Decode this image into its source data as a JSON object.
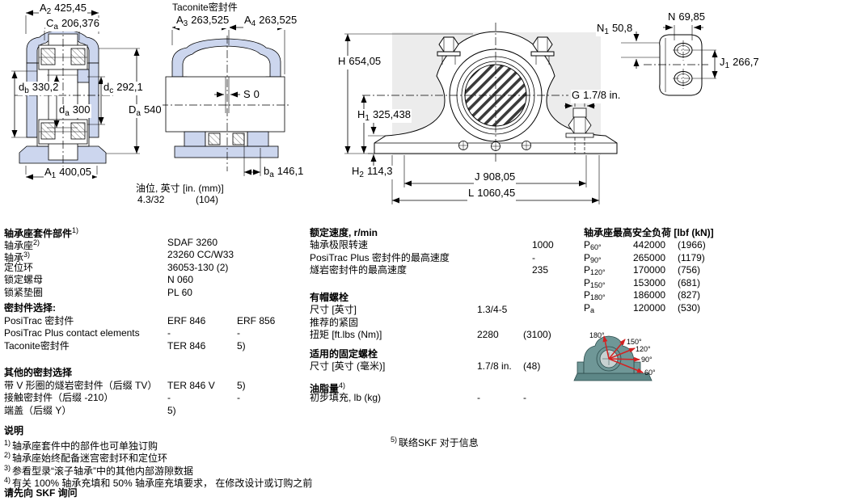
{
  "colors": {
    "drawing-fill": "#ccd6ee",
    "bg-gray": "#ececec",
    "teal-body": "#6f9797",
    "teal-dark": "#2c4c4c",
    "teal-base": "#5d8787",
    "bore-gray": "#c7d1d1",
    "arrow-red": "#d42020"
  },
  "drawings": {
    "left": {
      "dims": {
        "A2": {
          "base": "A",
          "sub": "2",
          "value": "425,45"
        },
        "Ca": {
          "base": "C",
          "sub": "a",
          "value": "206,376"
        },
        "db": {
          "base": "d",
          "sub": "b",
          "value": "330,2"
        },
        "dc": {
          "base": "d",
          "sub": "c",
          "value": "292,1"
        },
        "da": {
          "base": "d",
          "sub": "a",
          "value": "300"
        },
        "Da": {
          "base": "D",
          "sub": "a",
          "value": "540"
        },
        "A1": {
          "base": "A",
          "sub": "1",
          "value": "400,05"
        }
      }
    },
    "taconite": {
      "title": "Taconite密封件",
      "dims": {
        "A3": {
          "base": "A",
          "sub": "3",
          "value": "263,525"
        },
        "A4": {
          "base": "A",
          "sub": "4",
          "value": "263,525"
        },
        "S": {
          "base": "S",
          "sub": "",
          "value": "0"
        },
        "ba": {
          "base": "b",
          "sub": "a",
          "value": "146,1"
        }
      },
      "oil_label": "油位, 英寸 [in. (mm)]",
      "oil_value": "4.3/32",
      "oil_value_mm": "(104)"
    },
    "front": {
      "dims": {
        "H": {
          "base": "H",
          "sub": "",
          "value": "654,05"
        },
        "H1": {
          "base": "H",
          "sub": "1",
          "value": "325,438"
        },
        "H2": {
          "base": "H",
          "sub": "2",
          "value": "114,3"
        },
        "J": {
          "base": "J",
          "sub": "",
          "value": "908,05"
        },
        "L": {
          "base": "L",
          "sub": "",
          "value": "1060,45"
        },
        "G": {
          "base": "G",
          "sub": "",
          "value": "1.7/8 in."
        }
      }
    },
    "side": {
      "dims": {
        "N1": {
          "base": "N",
          "sub": "1",
          "value": "50,8"
        },
        "N": {
          "base": "N",
          "sub": "",
          "value": "69,85"
        },
        "J1": {
          "base": "J",
          "sub": "1",
          "value": "266,7"
        }
      }
    }
  },
  "components": {
    "title": "轴承座套件部件",
    "title_sup": "1)",
    "rows": [
      {
        "label": "轴承座",
        "sup": "2)",
        "v1": "SDAF 3260",
        "v2": ""
      },
      {
        "label": "轴承",
        "sup": "3)",
        "v1": "23260 CC/W33",
        "v2": ""
      },
      {
        "label": "定位环",
        "sup": "",
        "v1": "36053-130 (2)",
        "v2": ""
      },
      {
        "label": "锁定螺母",
        "sup": "",
        "v1": "N 060",
        "v2": ""
      },
      {
        "label": "锁紧垫圈",
        "sup": "",
        "v1": "PL 60",
        "v2": ""
      }
    ]
  },
  "seals": {
    "title": "密封件选择:",
    "rows": [
      {
        "label": "PosiTrac 密封件",
        "v1": "ERF 846",
        "v2": "ERF 856"
      },
      {
        "label": "PosiTrac Plus contact elements",
        "v1": "-",
        "v2": "-"
      },
      {
        "label": "Taconite密封件",
        "v1": "TER 846",
        "v2": "5)"
      }
    ]
  },
  "other_seals": {
    "title": "其他的密封选择",
    "rows": [
      {
        "label": "带 V 形圈的燧岩密封件（后缀 TV）",
        "v1": "TER 846 V",
        "v2": "5)"
      },
      {
        "label": "接触密封件（后缀 -210）",
        "v1": "-",
        "v2": "-"
      },
      {
        "label": "端盖（后缀 Y）",
        "v1": "5)",
        "v2": ""
      }
    ]
  },
  "notes": {
    "title": "说明",
    "items": [
      {
        "sup": "1)",
        "text": "轴承座套件中的部件也可单独订购"
      },
      {
        "sup": "2)",
        "text": "轴承座始终配备迷宫密封环和定位环"
      },
      {
        "sup": "3)",
        "text": "参看型录“滚子轴承”中的其他内部游隙数据"
      },
      {
        "sup": "4)",
        "text": "有关 100% 轴承充填和 50% 轴承座充填要求， 在修改设计或订购之前"
      }
    ],
    "footer": "请先向 SKF 询问"
  },
  "speeds": {
    "title": "额定速度, r/min",
    "rows": [
      {
        "label": "轴承极限转速",
        "v": "1000"
      },
      {
        "label": "PosiTrac Plus 密封件的最高速度",
        "v": "-"
      },
      {
        "label": "燧岩密封件的最高速度",
        "v": "235"
      }
    ]
  },
  "cap_bolts": {
    "title": "有帽螺栓",
    "size_label": "尺寸 [英寸]",
    "size_value": "1.3/4-5",
    "torque_label1": "推荐的紧固",
    "torque_label2": "扭矩 [ft.lbs (Nm)]",
    "torque_v1": "2280",
    "torque_v2": "(3100)"
  },
  "anchor_bolts": {
    "title": "适用的固定螺栓",
    "size_label": "尺寸 [英寸 (毫米)]",
    "v1": "1.7/8 in.",
    "v2": "(48)"
  },
  "grease": {
    "title": "油脂量",
    "title_sup": "4)",
    "label": "初步填充, lb (kg)",
    "v1": "-",
    "v2": "-"
  },
  "note5": {
    "sup": "5)",
    "text": "联络SKF 对于信息"
  },
  "loads": {
    "title": "轴承座最高安全负荷 [lbf (kN)]",
    "rows": [
      {
        "base": "P",
        "sub": "60°",
        "v1": "442000",
        "v2": "(1966)"
      },
      {
        "base": "P",
        "sub": "90°",
        "v1": "265000",
        "v2": "(1179)"
      },
      {
        "base": "P",
        "sub": "120°",
        "v1": "170000",
        "v2": "(756)"
      },
      {
        "base": "P",
        "sub": "150°",
        "v1": "153000",
        "v2": "(681)"
      },
      {
        "base": "P",
        "sub": "180°",
        "v1": "186000",
        "v2": "(827)"
      },
      {
        "base": "P",
        "sub": "a",
        "v1": "120000",
        "v2": "(530)"
      }
    ]
  },
  "angles": {
    "labels": [
      "180°",
      "150°",
      "120°",
      "90°",
      "60°"
    ]
  }
}
